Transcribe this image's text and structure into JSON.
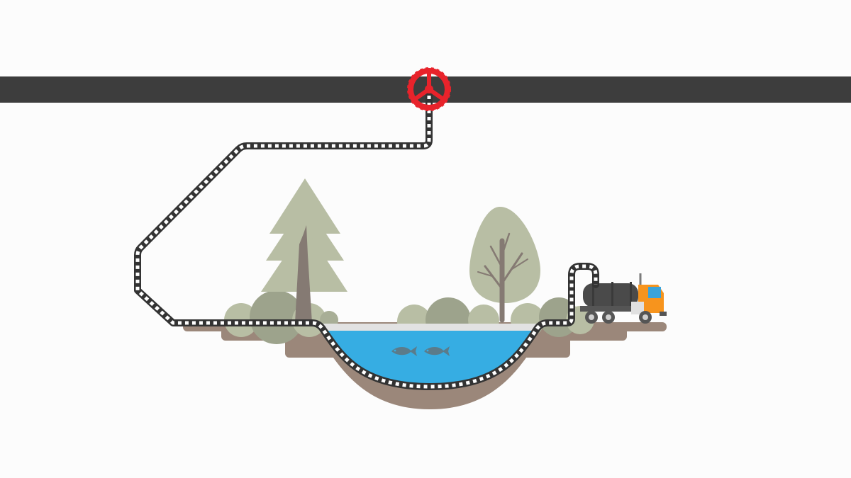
{
  "colors": {
    "background": "#fcfcfc",
    "main_pipe": "#3d3d3d",
    "valve": "#e8232b",
    "pipe_stroke": "#333333",
    "pipe_dash": "#ffffff",
    "soil": "#9b877a",
    "water": "#36ade3",
    "water_surface": "#e2e2e2",
    "fish": "#5b7b8a",
    "foliage_light": "#b8bea4",
    "foliage_mid": "#a8ae96",
    "foliage_dark": "#9da38c",
    "trunk": "#857a73",
    "truck_cab": "#f7941d",
    "truck_tank": "#4a4a4a",
    "truck_window": "#3aa3da",
    "wheel": "#555555"
  },
  "icons": {
    "valve": "valve-wheel-icon",
    "truck": "tanker-truck-icon",
    "fish": "fish-icon"
  },
  "elements": [
    "main-pipeline",
    "shutoff-valve",
    "bypass-hose",
    "pond",
    "fish",
    "pine-tree",
    "deciduous-tree",
    "shrubs",
    "tanker-truck",
    "soil-ground"
  ]
}
